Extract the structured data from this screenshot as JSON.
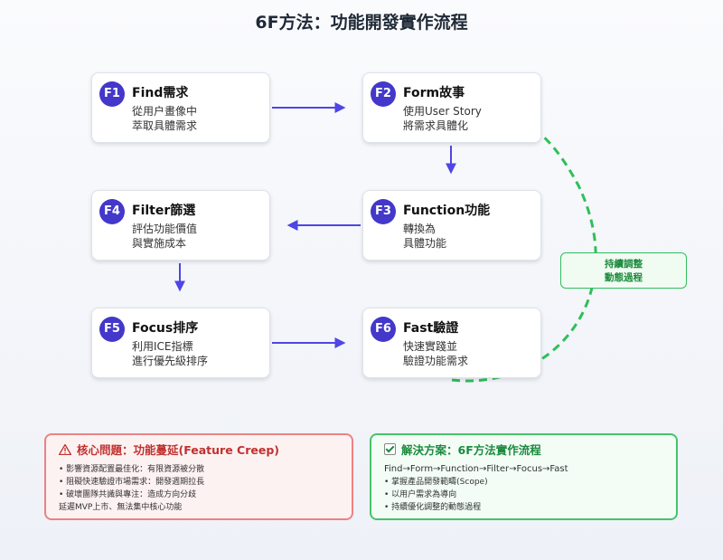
{
  "title": "6F方法：功能開發實作流程",
  "steps": [
    {
      "badge": "F1",
      "title": "Find需求",
      "line1": "從用户畫像中",
      "line2": "萃取具體需求"
    },
    {
      "badge": "F2",
      "title": "Form故事",
      "line1": "使用User Story",
      "line2": "將需求具體化"
    },
    {
      "badge": "F3",
      "title": "Function功能",
      "line1": "轉換為",
      "line2": "具體功能"
    },
    {
      "badge": "F4",
      "title": "Filter篩選",
      "line1": "評估功能價值",
      "line2": "與實施成本"
    },
    {
      "badge": "F5",
      "title": "Focus排序",
      "line1": "利用ICE指標",
      "line2": "進行優先級排序"
    },
    {
      "badge": "F6",
      "title": "Fast驗證",
      "line1": "快速實踐並",
      "line2": "驗證功能需求"
    }
  ],
  "loop": {
    "line1": "持續調整",
    "line2": "動態過程"
  },
  "problem": {
    "icon": "warning-icon",
    "heading": "核心問題：功能蔓延(Feature Creep)",
    "items": [
      "• 影響資源配置最佳化：有限資源被分散",
      "• 阻礙快速驗證市場需求：開發週期拉長",
      "• 破壞團隊共識與專注：造成方向分歧"
    ],
    "footer": "延遲MVP上市、無法集中核心功能"
  },
  "solution": {
    "icon": "checkbox-icon",
    "heading": "解決方案：6F方法實作流程",
    "flow": "Find→Form→Function→Filter→Focus→Fast",
    "items": [
      "• 掌握產品開發範疇(Scope)",
      "• 以用户需求為導向",
      "• 持續優化調整的動態過程"
    ]
  },
  "colors": {
    "badge": "#4338ca",
    "arrow": "#4f46e5",
    "loop": "#2fbf5b",
    "problem_border": "#ec8282",
    "solution_border": "#45c46b"
  }
}
